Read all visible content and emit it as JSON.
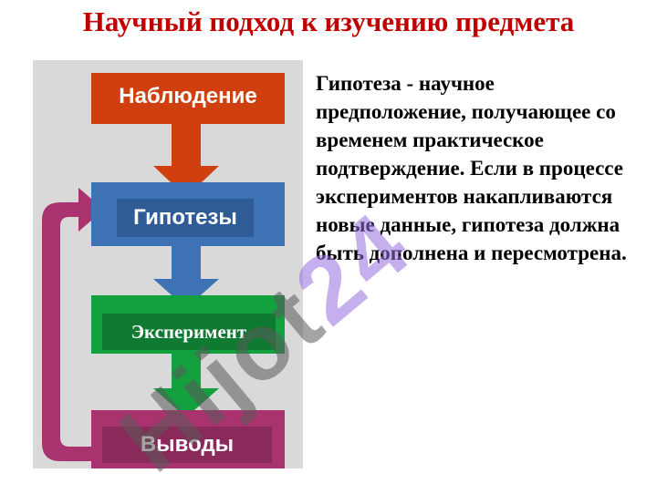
{
  "title": "Научный подход к изучению предмета",
  "diagram": {
    "boxes": [
      {
        "label": "Наблюдение",
        "color": "#d0400f"
      },
      {
        "label": "Гипотезы",
        "color": "#3d72b4"
      },
      {
        "label": "Эксперимент",
        "color": "#13a03f"
      },
      {
        "label": "Выводы",
        "color": "#a8336e"
      }
    ],
    "arrows": [
      {
        "from": "Наблюдение",
        "to": "Гипотезы",
        "color": "#d0400f"
      },
      {
        "from": "Гипотезы",
        "to": "Эксперимент",
        "color": "#3d72b4"
      },
      {
        "from": "Эксперимент",
        "to": "Выводы",
        "color": "#13a03f"
      },
      {
        "from": "Выводы",
        "to": "Гипотезы",
        "color": "#a8336e"
      }
    ]
  },
  "description": "Гипотеза -  научное предположение, получающее со временем практическое подтверждение. Если в процессе экспериментов накапливаются новые данные, гипотеза должна быть дополнена и пересмотрена.",
  "watermark": {
    "part1": "Hijot",
    "part2": "24"
  }
}
